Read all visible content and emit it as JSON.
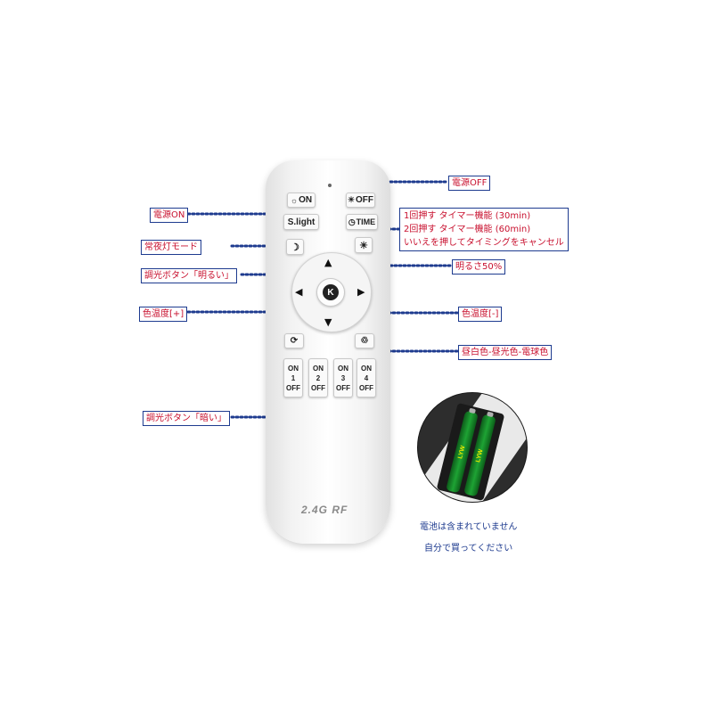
{
  "remote": {
    "power_on": "ON",
    "power_off": "OFF",
    "slight": "S.light",
    "time": "TIME",
    "center_k": "K",
    "brand": "2.4G RF",
    "zone_buttons": [
      {
        "on": "ON",
        "num": "1",
        "off": "OFF"
      },
      {
        "on": "ON",
        "num": "2",
        "off": "OFF"
      },
      {
        "on": "ON",
        "num": "3",
        "off": "OFF"
      },
      {
        "on": "ON",
        "num": "4",
        "off": "OFF"
      }
    ]
  },
  "labels": {
    "power_on": "電源ON",
    "night_mode": "常夜灯モード",
    "dim_bright": "調光ボタン「明るい」",
    "color_plus": "色温度[+]",
    "dim_dark": "調光ボタン「暗い」",
    "power_off": "電源OFF",
    "timer_line1": "1回押す タイマー機能 (30min)",
    "timer_line2": "2回押す タイマー機能 (60min)",
    "timer_line3": "いいえを押してタイミングをキャンセル",
    "brightness50": "明るさ50%",
    "color_minus": "色温度[-]",
    "color_cycle": "昼白色-昼光色-電球色"
  },
  "battery": {
    "brand": "LYW",
    "note_line1": "電池は含まれていません",
    "note_line2": "自分で買ってください"
  },
  "colors": {
    "label_text": "#c8102e",
    "label_border": "#1e3b8f",
    "dots": "#1e3b8f",
    "battery_green": "#1ea334"
  }
}
